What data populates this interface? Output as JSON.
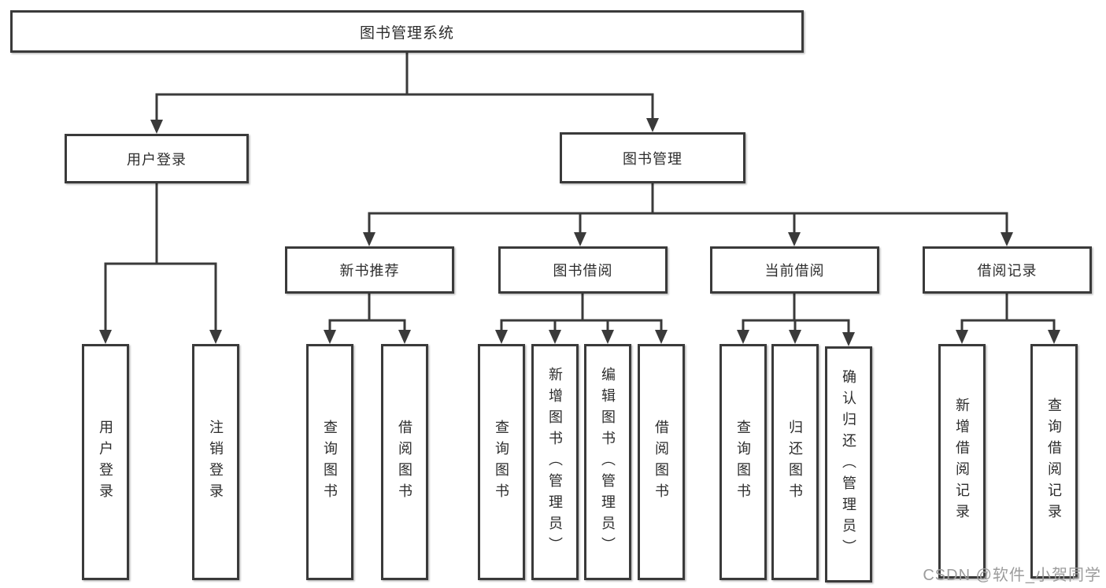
{
  "diagram": {
    "title": "图书管理系统",
    "level2": {
      "user_login": "用户登录",
      "book_management": "图书管理"
    },
    "level3": {
      "new_book_recommendation": "新书推荐",
      "book_borrowing": "图书借阅",
      "current_borrowing": "当前借阅",
      "borrowing_records": "借阅记录"
    },
    "leaves": {
      "user_login": "用户登录",
      "logout": "注销登录",
      "nbr_query_books": "查询图书",
      "nbr_borrow_books": "借阅图书",
      "bb_query_books": "查询图书",
      "bb_add_books_admin": "新增图书（管理员）",
      "bb_edit_books_admin": "编辑图书（管理员）",
      "bb_borrow_books": "借阅图书",
      "cb_query_books": "查询图书",
      "cb_return_books": "归还图书",
      "cb_confirm_return_admin": "确认归还（管理员）",
      "br_add_record": "新增借阅记录",
      "br_query_record": "查询借阅记录"
    }
  },
  "watermark": "CSDN @软件_小贺同学",
  "colors": {
    "line": "#3a3a3a",
    "box_border": "#3a3a3a",
    "text": "#2d2d2d",
    "watermark": "#9c9c9c",
    "background": "#ffffff"
  }
}
